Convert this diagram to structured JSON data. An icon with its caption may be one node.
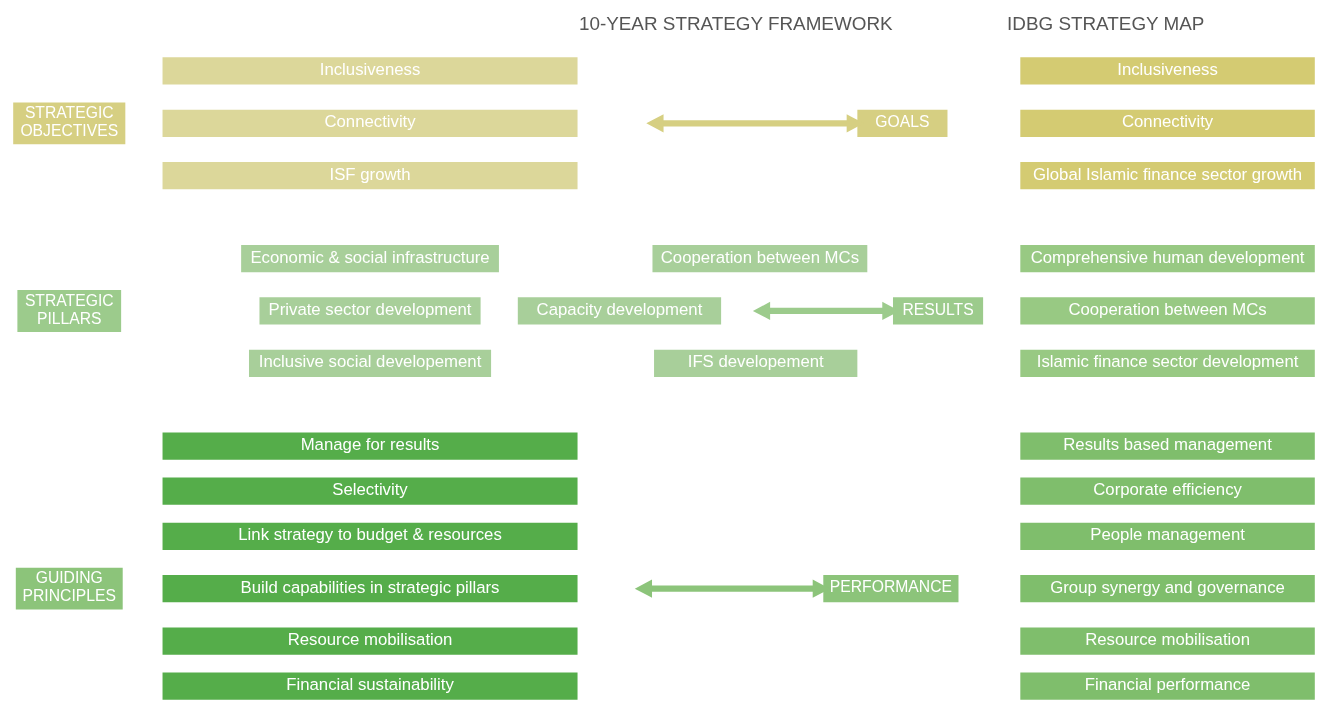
{
  "diagram": {
    "nodes": [
      {
        "text": [
          "STRATEGIC OBJECTIVES"
        ]
      },
      {
        "text": [
          "Inclusiveness"
        ]
      },
      {
        "text": [
          "Connectivity"
        ]
      },
      {
        "text": [
          "ISF growth"
        ]
      },
      {
        "text": [
          "GOALS"
        ]
      },
      {
        "text": [
          "Inclusiveness"
        ]
      },
      {
        "text": [
          "Connectivity"
        ]
      },
      {
        "text": [
          "Global Islamic finance sector growth"
        ]
      },
      {
        "text": [
          "STRATEGIC PILLARS"
        ]
      },
      {
        "text": [
          "Economic & social infrastructure"
        ]
      },
      {
        "text": [
          "Cooperation between MCs"
        ]
      },
      {
        "text": [
          "Private sector development"
        ]
      },
      {
        "text": [
          "Capacity development"
        ]
      },
      {
        "text": [
          "Inclusive social developement"
        ]
      },
      {
        "text": [
          "IFS developement"
        ]
      },
      {
        "text": [
          "RESULTS"
        ]
      },
      {
        "text": [
          "Comprehensive human development"
        ]
      },
      {
        "text": [
          "Cooperation between MCs"
        ]
      },
      {
        "text": [
          "Islamic finance sector development"
        ]
      },
      {
        "text": [
          "GUIDING PRINCIPLES"
        ]
      },
      {
        "text": [
          "Manage for results"
        ]
      },
      {
        "text": [
          "Selectivity"
        ]
      },
      {
        "text": [
          "Link strategy to budget & resources"
        ]
      },
      {
        "text": [
          "Build capabilities in strategic pillars"
        ]
      },
      {
        "text": [
          "Resource mobilisation"
        ]
      },
      {
        "text": [
          "Financial sustainability"
        ]
      },
      {
        "text": [
          "PERFORMANCE"
        ]
      },
      {
        "text": [
          "Results based management"
        ]
      },
      {
        "text": [
          "Corporate efficiency"
        ]
      },
      {
        "text": [
          "People management"
        ]
      },
      {
        "text": [
          "Group synergy and governance"
        ]
      },
      {
        "text": [
          "Resource mobilisation"
        ]
      },
      {
        "text": [
          "Financial performance"
        ]
      }
    ],
    "edges": [
      {
        "from": null,
        "to": 4,
        "arrow": "both",
        "color": "#d6cf82"
      },
      {
        "from": null,
        "to": 15,
        "arrow": "both",
        "color": "#9ccb8c"
      },
      {
        "from": null,
        "to": 26,
        "arrow": "both",
        "color": "#8cc47a"
      }
    ],
    "labels": [
      "10-YEAR STRATEGY FRAMEWORK",
      "IDBG STRATEGY MAP"
    ]
  }
}
